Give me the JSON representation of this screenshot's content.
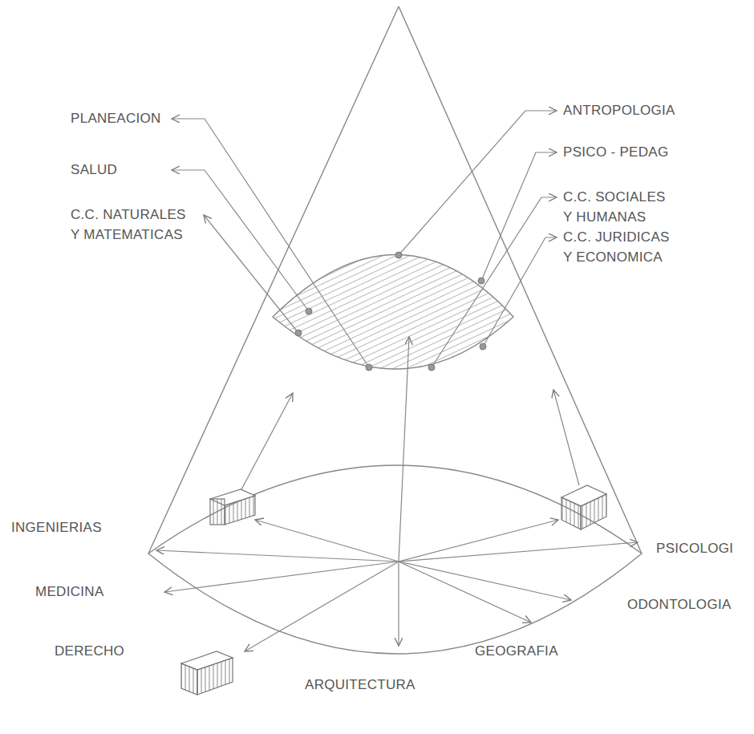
{
  "diagram": {
    "labels": [
      "PLANEACION",
      "SALUD",
      "C.C. NATURALES Y MATEMATICAS",
      "ANTROPOLOGIA",
      "PSICO - PEDAG",
      "C.C. SOCIALES Y HUMANAS",
      "C.C. JURIDICAS Y ECONOMICA",
      "INGENIERIAS",
      "MEDICINA",
      "DERECHO",
      "ARQUITECTURA",
      "GEOGRAFIA",
      "ODONTOLOGIA",
      "PSICOLOGI"
    ]
  }
}
